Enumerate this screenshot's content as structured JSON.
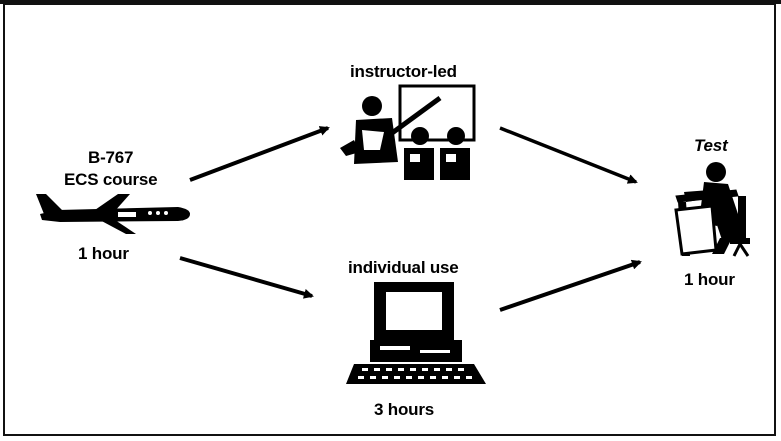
{
  "course": {
    "title_line1": "B-767",
    "title_line2": "ECS course",
    "duration": "1 hour",
    "icon": "airplane-icon"
  },
  "instructor": {
    "label": "instructor-led",
    "icon": "classroom-icon"
  },
  "individual": {
    "label": "individual use",
    "duration": "3 hours",
    "icon": "computer-icon"
  },
  "test": {
    "label": "Test",
    "duration": "1 hour",
    "icon": "student-at-desk-icon"
  },
  "colors": {
    "ink": "#000000",
    "background": "#ffffff"
  }
}
